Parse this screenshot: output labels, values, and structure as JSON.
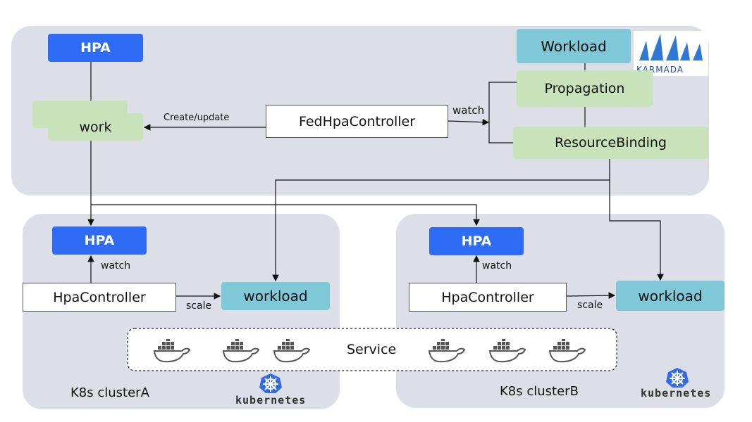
{
  "colors": {
    "hpa": "#2f6cf6",
    "workload": "#7ec8d8",
    "green": "#c8e3b9",
    "panel": "#dcdfe8"
  },
  "karmada": {
    "hpa": "HPA",
    "work": "work",
    "create_update": "Create/update",
    "fedhpa": "FedHpaController",
    "watch": "watch",
    "workload": "Workload",
    "propagation": "Propagation",
    "resourcebinding": "ResourceBinding",
    "logo_text": "KARMADA"
  },
  "clusterA": {
    "hpa": "HPA",
    "watch": "watch",
    "controller": "HpaController",
    "scale": "scale",
    "workload": "workload",
    "name": "K8s clusterA",
    "k8s_logo": "kubernetes"
  },
  "clusterB": {
    "hpa": "HPA",
    "watch": "watch",
    "controller": "HpaController",
    "scale": "scale",
    "workload": "workload",
    "name": "K8s clusterB",
    "k8s_logo": "kubernetes"
  },
  "service": {
    "label": "Service",
    "icons": [
      "docker-icon",
      "docker-icon",
      "docker-icon",
      "docker-icon",
      "docker-icon",
      "docker-icon"
    ]
  }
}
